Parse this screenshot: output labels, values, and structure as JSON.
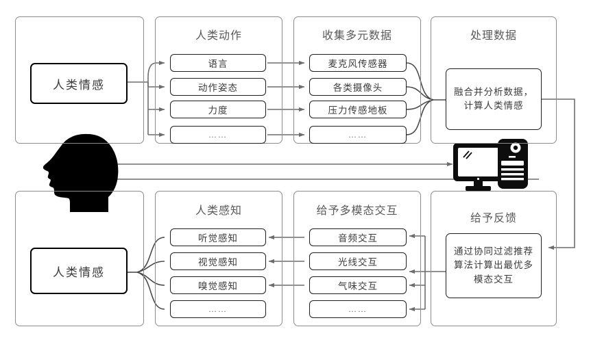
{
  "diagram": {
    "title": "Human emotion multimodal interaction loop",
    "top_row": {
      "emotion_panel": {
        "label": "人类情感"
      },
      "action_panel": {
        "title": "人类动作",
        "items": [
          "语言",
          "动作姿态",
          "力度",
          "……"
        ]
      },
      "collect_panel": {
        "title": "收集多元数据",
        "items": [
          "麦克风传感器",
          "各类摄像头",
          "压力传感地板",
          "……"
        ]
      },
      "process_panel": {
        "title": "处理数据",
        "box": "融合并分析数据，\n计算人类情感",
        "box_line1": "融合并分析数据，",
        "box_line2": "计算人类情感"
      }
    },
    "bottom_row": {
      "emotion_panel": {
        "label": "人类情感"
      },
      "perception_panel": {
        "title": "人类感知",
        "items": [
          "听觉感知",
          "视觉感知",
          "嗅觉感知",
          "……"
        ]
      },
      "interaction_panel": {
        "title": "给予多模态交互",
        "items": [
          "音频交互",
          "光线交互",
          "气味交互",
          "……"
        ]
      },
      "feedback_panel": {
        "title": "给予反馈",
        "box_line1": "通过协同过滤推荐",
        "box_line2": "算法计算出最优多",
        "box_line3": "模态交互"
      }
    },
    "icons": {
      "human": "human-head-silhouette-icon",
      "computer": "desktop-computer-icon"
    },
    "colors": {
      "panel_border": "#8c8c8c",
      "item_border": "#1d1d1d",
      "arrow": "#6d6d6d",
      "text": "#3b3b3b",
      "title_text": "#58595b",
      "silhouette": "#000000",
      "background": "#ffffff"
    }
  }
}
